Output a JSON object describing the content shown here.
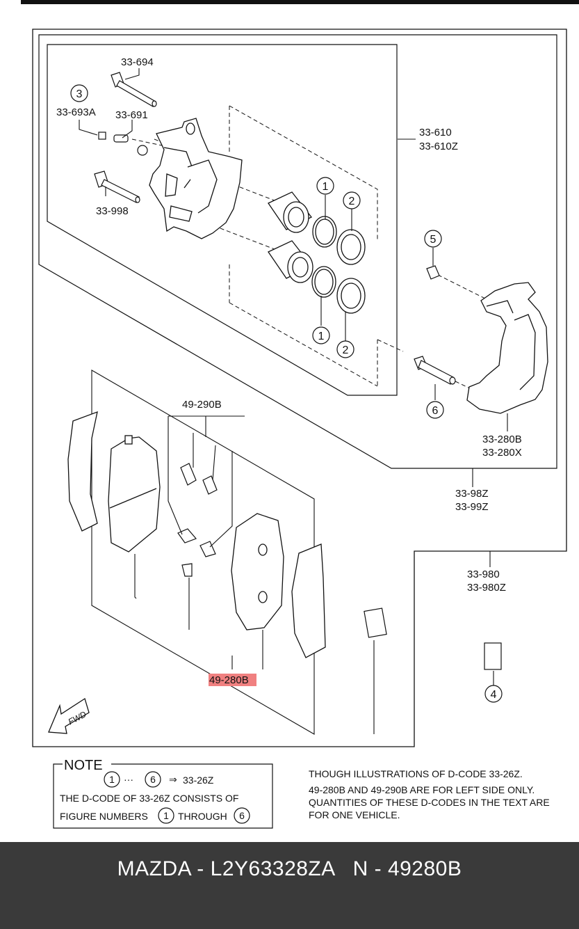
{
  "diagram": {
    "labels": {
      "l_33_694": "33-694",
      "l_33_693a": "33-693A",
      "l_33_691": "33-691",
      "l_33_998": "33-998",
      "l_33_610": "33-610",
      "l_33_610z": "33-610Z",
      "l_33_280b": "33-280B",
      "l_33_280x": "33-280X",
      "l_33_98z": "33-98Z",
      "l_33_99z": "33-99Z",
      "l_33_980": "33-980",
      "l_33_980z": "33-980Z",
      "l_49_290b": "49-290B",
      "l_49_280b": "49-280B",
      "fwd": "FWD"
    },
    "callouts": {
      "c1": "1",
      "c2": "2",
      "c3": "3",
      "c4": "4",
      "c5": "5",
      "c6": "6"
    }
  },
  "note": {
    "title": "NOTE",
    "range_from": "1",
    "range_dots": "···",
    "range_to": "6",
    "arrow": "⇒",
    "dcode": "33-26Z",
    "line1": "THE D-CODE OF  33-26Z  CONSISTS OF",
    "line2_a": "FIGURE NUMBERS",
    "line2_b": "THROUGH",
    "line2_from": "1",
    "line2_to": "6"
  },
  "remark": {
    "line1": "THOUGH ILLUSTRATIONS OF D-CODE 33-26Z.",
    "line2": "49-280B AND 49-290B ARE FOR LEFT SIDE ONLY.",
    "line3": "QUANTITIES OF THESE D-CODES IN THE TEXT ARE",
    "line4": "FOR ONE VEHICLE."
  },
  "footer": {
    "caption": "MAZDA - L2Y63328ZA   N - 49280B"
  },
  "colors": {
    "highlight": "#f08080",
    "footer_bg": "#3a3a3a",
    "line": "#111111"
  }
}
